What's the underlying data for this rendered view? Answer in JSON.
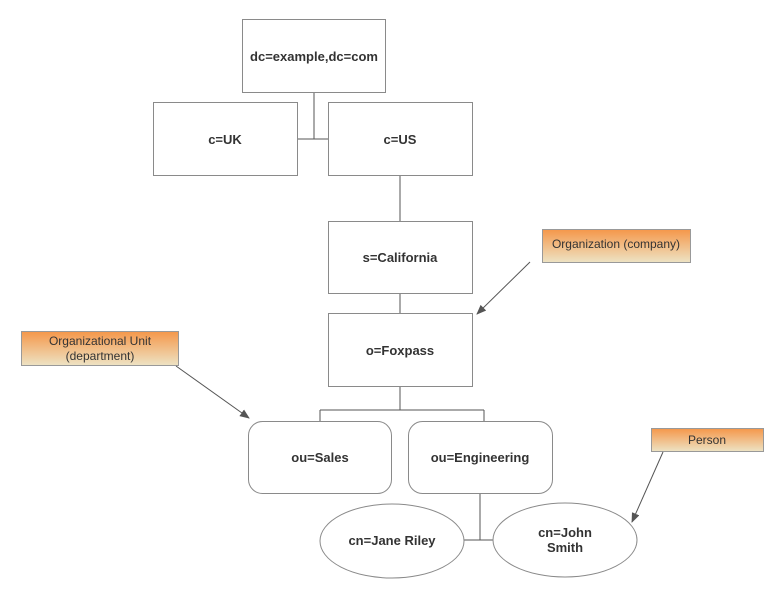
{
  "nodes": {
    "root": "dc=example,dc=com",
    "uk": "c=UK",
    "us": "c=US",
    "state": "s=California",
    "org": "o=Foxpass",
    "sales": "ou=Sales",
    "engineering": "ou=Engineering",
    "jane": "cn=Jane Riley",
    "john_line1": "cn=John",
    "john_line2": "Smith"
  },
  "callouts": {
    "organization": "Organization (company)",
    "org_unit_line1": "Organizational Unit",
    "org_unit_line2": "(department)",
    "person": "Person"
  },
  "colors": {
    "callout_top": "#f5974a",
    "callout_bottom": "#ede3c4",
    "border": "#8a8a8a"
  }
}
